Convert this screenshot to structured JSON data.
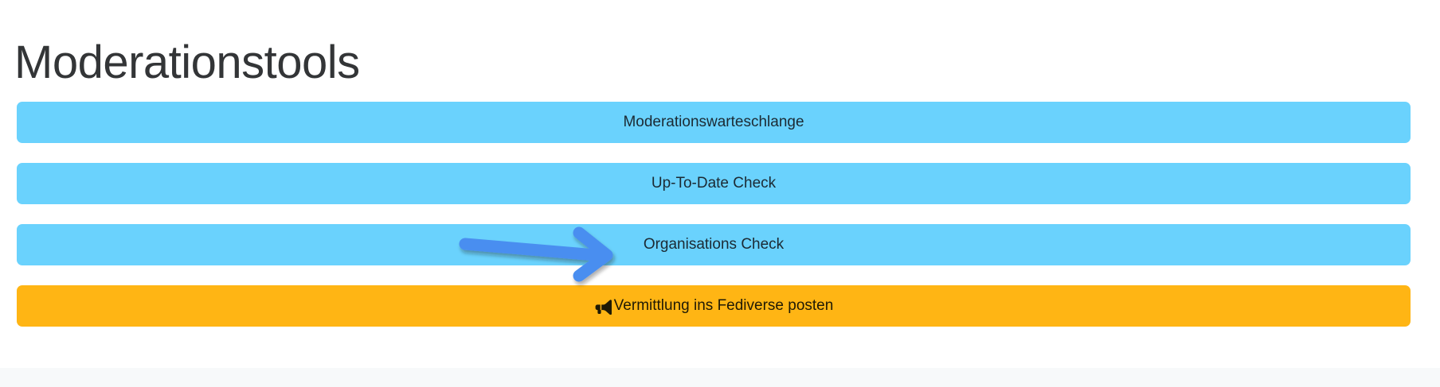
{
  "page": {
    "title": "Moderationstools",
    "background_color": "#ffffff",
    "title_color": "#333537",
    "footer_color": "#f7f9fa"
  },
  "colors": {
    "button_blue": "#6ad2fd",
    "button_orange": "#ffb514",
    "button_text": "#1c2a33",
    "arrow_blue": "#4a8ef0"
  },
  "buttons": [
    {
      "label": "Moderationswarteschlange",
      "style": "blue",
      "icon": null
    },
    {
      "label": "Up-To-Date Check",
      "style": "blue",
      "icon": null
    },
    {
      "label": "Organisations Check",
      "style": "blue",
      "icon": null
    },
    {
      "label": "Vermittlung ins Fediverse posten",
      "style": "orange",
      "icon": "bullhorn-icon"
    }
  ],
  "annotation": {
    "type": "arrow",
    "direction": "right",
    "color": "#4a8ef0",
    "points_to": "Organisations Check"
  }
}
